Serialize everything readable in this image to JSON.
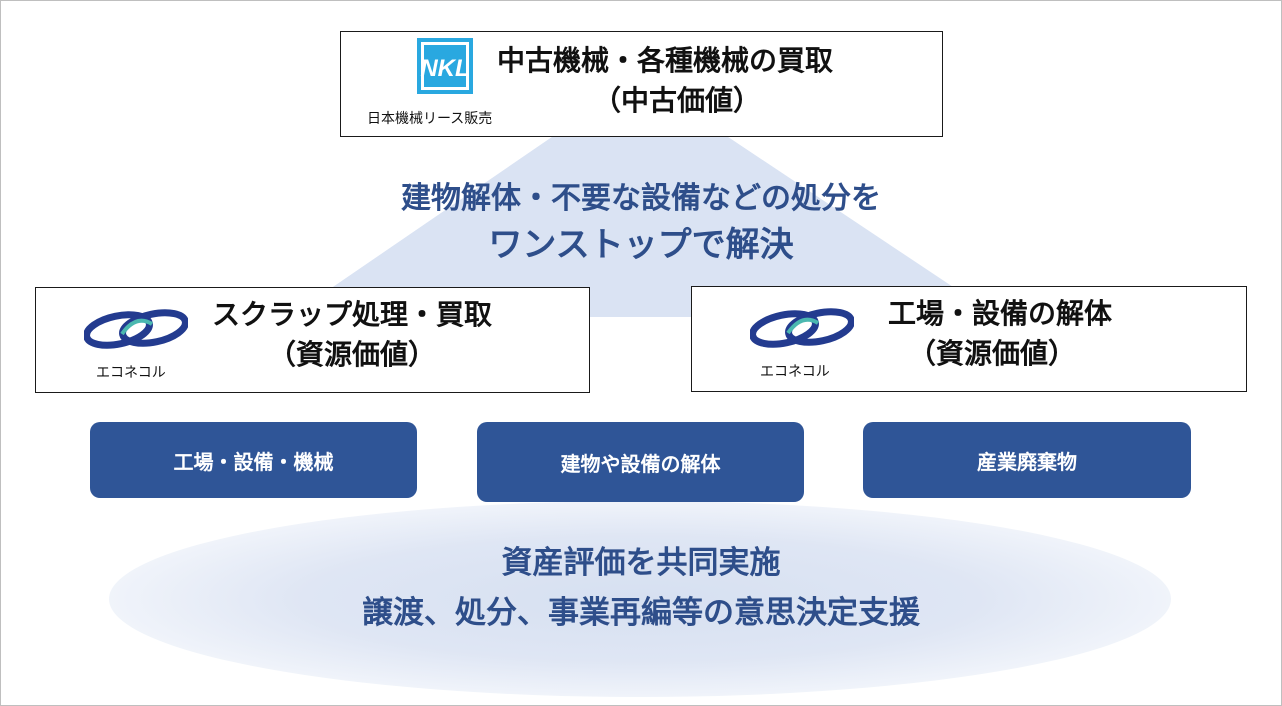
{
  "top_box": {
    "title_line1": "中古機械・各種機械の買取",
    "title_line2": "（中古価値）",
    "logo_text": "NKL",
    "company": "日本機械リース販売"
  },
  "center_message": {
    "line1": "建物解体・不要な設備などの処分を",
    "line2": "ワンストップで解決"
  },
  "left_box": {
    "title_line1": "スクラップ処理・買取",
    "title_line2": "（資源価値）",
    "company": "エコネコル"
  },
  "right_box": {
    "title_line1": "工場・設備の解体",
    "title_line2": "（資源価値）",
    "company": "エコネコル"
  },
  "pills": [
    {
      "label": "工場・設備・機械"
    },
    {
      "label": "建物や設備の解体"
    },
    {
      "label": "産業廃棄物"
    }
  ],
  "bottom_message": {
    "line1": "資産評価を共同実施",
    "line2": "譲渡、処分、事業再編等の意思決定支援"
  },
  "colors": {
    "accent_blue": "#2f5597",
    "text_blue": "#2e4e8a",
    "triangle_fill": "#dae3f3",
    "nkl_logo": "#29a8e0"
  }
}
